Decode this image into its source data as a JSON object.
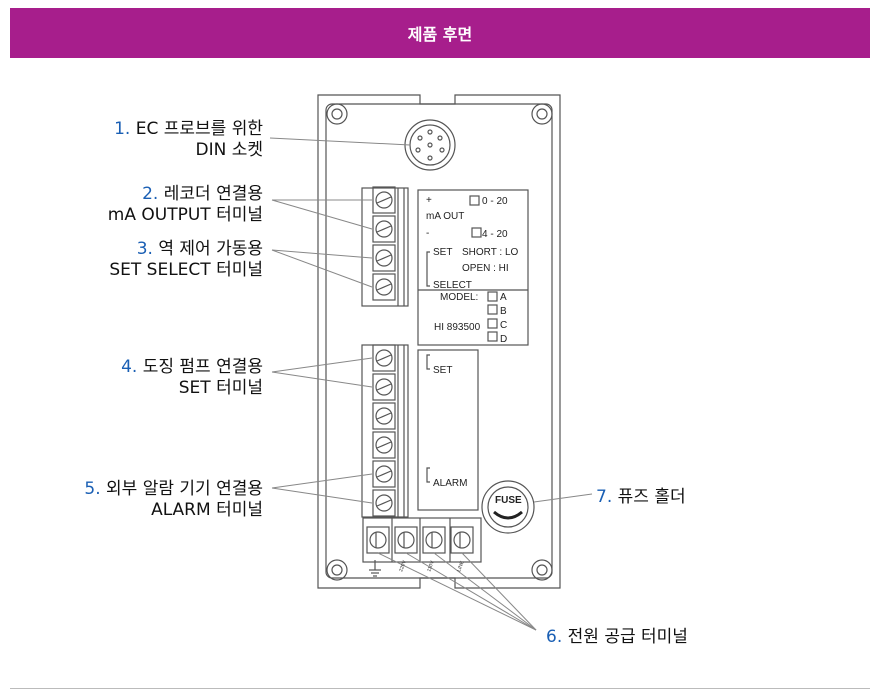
{
  "header": {
    "title": "제품 후면"
  },
  "callouts": [
    {
      "num": "1.",
      "line1": "EC 프로브를 위한",
      "line2": "DIN 소켓"
    },
    {
      "num": "2.",
      "line1": "레코더 연결용",
      "line2": "mA OUTPUT 터미널"
    },
    {
      "num": "3.",
      "line1": "역 제어 가동용",
      "line2": "SET SELECT 터미널"
    },
    {
      "num": "4.",
      "line1": "도징 펌프 연결용",
      "line2": "SET 터미널"
    },
    {
      "num": "5.",
      "line1": "외부 알람 기기 연결용",
      "line2": "ALARM 터미널"
    },
    {
      "num": "6.",
      "line1": "전원 공급 터미널"
    },
    {
      "num": "7.",
      "line1": "퓨즈 홀더"
    }
  ],
  "panel": {
    "plus": "+",
    "range1": "0 - 20",
    "ma_out": "mA OUT",
    "minus": "-",
    "range2": "4 - 20",
    "set": "SET",
    "short": "SHORT : LO",
    "open": "OPEN   : HI",
    "select": "SELECT",
    "model": "MODEL:",
    "model_number": "HI 893500",
    "options": [
      "A",
      "B",
      "C",
      "D"
    ],
    "set_label": "SET",
    "alarm_label": "ALARM",
    "fuse": "FUSE",
    "power": [
      "220V",
      "110V",
      "LINE"
    ]
  }
}
